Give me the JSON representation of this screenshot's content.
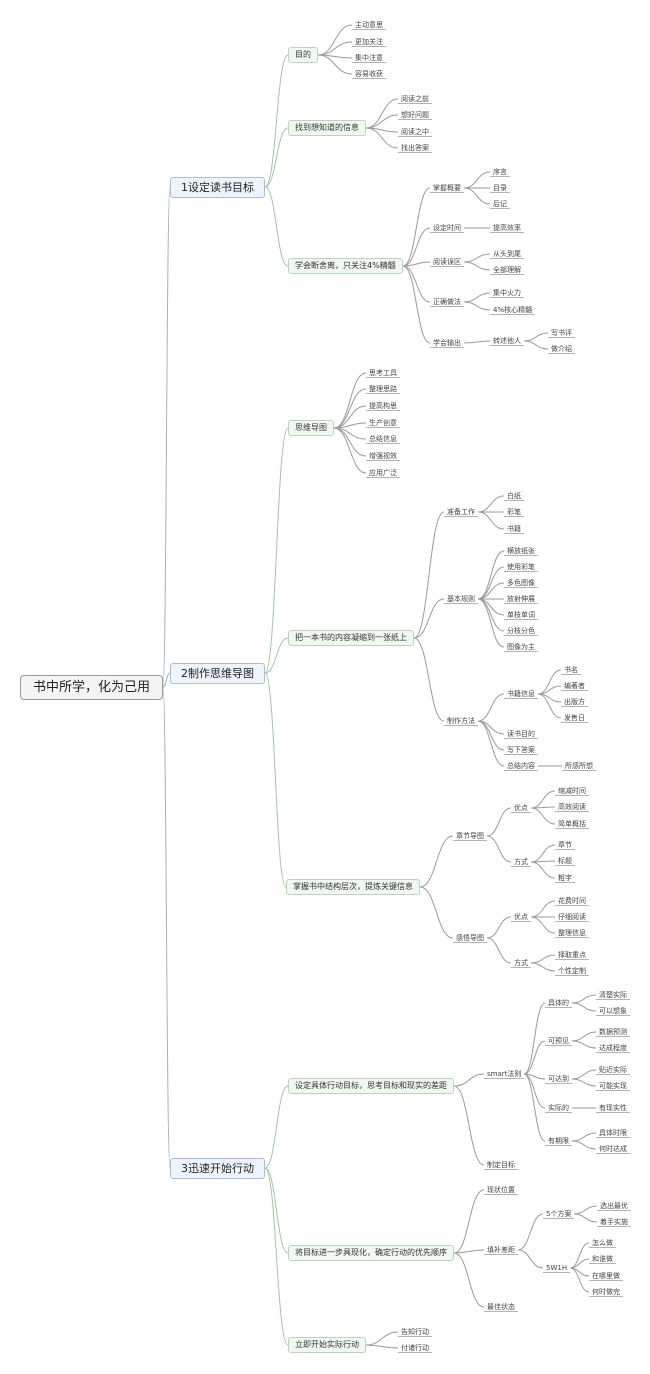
{
  "mindmap": {
    "colors": {
      "root_link": "#9db4cc",
      "main_link": "#9fc7a2",
      "sub_link": "#9a9a9a"
    },
    "root": {
      "label": "书中所学，化为己用",
      "children": [
        {
          "label": "1设定读书目标",
          "children": [
            {
              "label": "目的",
              "children": [
                {
                  "label": "主动意思"
                },
                {
                  "label": "更加关注"
                },
                {
                  "label": "集中注意"
                },
                {
                  "label": "容易收获"
                }
              ]
            },
            {
              "label": "找到想知道的信息",
              "children": [
                {
                  "label": "阅读之前"
                },
                {
                  "label": "想好问题"
                },
                {
                  "label": "阅读之中"
                },
                {
                  "label": "找出答案"
                }
              ]
            },
            {
              "label": "学会断舍离，只关注4%精髓",
              "children": [
                {
                  "label": "掌握概要",
                  "children": [
                    {
                      "label": "序言"
                    },
                    {
                      "label": "目录"
                    },
                    {
                      "label": "后记"
                    }
                  ]
                },
                {
                  "label": "设定时间",
                  "children": [
                    {
                      "label": "提高效率"
                    }
                  ]
                },
                {
                  "label": "阅读误区",
                  "children": [
                    {
                      "label": "从头到尾"
                    },
                    {
                      "label": "全部理解"
                    }
                  ]
                },
                {
                  "label": "正确做法",
                  "children": [
                    {
                      "label": "集中火力"
                    },
                    {
                      "label": "4%核心精髓"
                    }
                  ]
                },
                {
                  "label": "学会输出",
                  "children": [
                    {
                      "label": "转述他人",
                      "children": [
                        {
                          "label": "写书评"
                        },
                        {
                          "label": "做介绍"
                        }
                      ]
                    }
                  ]
                }
              ]
            }
          ]
        },
        {
          "label": "2制作思维导图",
          "children": [
            {
              "label": "思维导图",
              "children": [
                {
                  "label": "思考工具"
                },
                {
                  "label": "整理思路"
                },
                {
                  "label": "提高构思"
                },
                {
                  "label": "生产创意"
                },
                {
                  "label": "总结信息"
                },
                {
                  "label": "增强视效"
                },
                {
                  "label": "应用广泛"
                }
              ]
            },
            {
              "label": "把一本书的内容凝缩到一张纸上",
              "children": [
                {
                  "label": "准备工作",
                  "children": [
                    {
                      "label": "白纸"
                    },
                    {
                      "label": "彩笔"
                    },
                    {
                      "label": "书籍"
                    }
                  ]
                },
                {
                  "label": "基本规则",
                  "children": [
                    {
                      "label": "横放纸张"
                    },
                    {
                      "label": "使用彩笔"
                    },
                    {
                      "label": "多色图像"
                    },
                    {
                      "label": "放射伸展"
                    },
                    {
                      "label": "单枝单词"
                    },
                    {
                      "label": "分枝分色"
                    },
                    {
                      "label": "图像为主"
                    }
                  ]
                },
                {
                  "label": "制作方法",
                  "children": [
                    {
                      "label": "书籍信息",
                      "children": [
                        {
                          "label": "书名"
                        },
                        {
                          "label": "编著者"
                        },
                        {
                          "label": "出版方"
                        },
                        {
                          "label": "发售日"
                        }
                      ]
                    },
                    {
                      "label": "读书目的"
                    },
                    {
                      "label": "写下答案"
                    },
                    {
                      "label": "总结内容",
                      "children": [
                        {
                          "label": "所感所想"
                        }
                      ]
                    }
                  ]
                }
              ]
            },
            {
              "label": "掌握书中结构层次，提炼关键信息",
              "children": [
                {
                  "label": "章节导图",
                  "children": [
                    {
                      "label": "优点",
                      "children": [
                        {
                          "label": "缩减时间"
                        },
                        {
                          "label": "高效阅读"
                        },
                        {
                          "label": "简单概括"
                        }
                      ]
                    },
                    {
                      "label": "方式",
                      "children": [
                        {
                          "label": "章节"
                        },
                        {
                          "label": "标题"
                        },
                        {
                          "label": "粗字"
                        }
                      ]
                    }
                  ]
                },
                {
                  "label": "感悟导图",
                  "children": [
                    {
                      "label": "优点",
                      "children": [
                        {
                          "label": "花费时间"
                        },
                        {
                          "label": "仔细阅读"
                        },
                        {
                          "label": "整理信息"
                        }
                      ]
                    },
                    {
                      "label": "方式",
                      "children": [
                        {
                          "label": "择取重点"
                        },
                        {
                          "label": "个性定制"
                        }
                      ]
                    }
                  ]
                }
              ]
            }
          ]
        },
        {
          "label": "3迅速开始行动",
          "children": [
            {
              "label": "设定具体行动目标，思考目标和现实的差距",
              "children": [
                {
                  "label": "smart法则",
                  "children": [
                    {
                      "label": "具体的",
                      "children": [
                        {
                          "label": "清楚实际"
                        },
                        {
                          "label": "可以想象"
                        }
                      ]
                    },
                    {
                      "label": "可预见",
                      "children": [
                        {
                          "label": "数据预测"
                        },
                        {
                          "label": "达成程度"
                        }
                      ]
                    },
                    {
                      "label": "可达到",
                      "children": [
                        {
                          "label": "贴近实际"
                        },
                        {
                          "label": "可能实现"
                        }
                      ]
                    },
                    {
                      "label": "实际的",
                      "children": [
                        {
                          "label": "有现实性"
                        }
                      ]
                    },
                    {
                      "label": "有期限",
                      "children": [
                        {
                          "label": "具体时限"
                        },
                        {
                          "label": "何时达成"
                        }
                      ]
                    }
                  ]
                },
                {
                  "label": "制定目标"
                }
              ]
            },
            {
              "label": "将目标进一步具现化，确定行动的优先顺序",
              "children": [
                {
                  "label": "现状位置"
                },
                {
                  "label": "填补差距",
                  "children": [
                    {
                      "label": "5个方案",
                      "children": [
                        {
                          "label": "选出最优"
                        },
                        {
                          "label": "着手实施"
                        }
                      ]
                    },
                    {
                      "label": "5W1H",
                      "children": [
                        {
                          "label": "怎么做"
                        },
                        {
                          "label": "和谁做"
                        },
                        {
                          "label": "在哪里做"
                        },
                        {
                          "label": "何时做完"
                        }
                      ]
                    }
                  ]
                },
                {
                  "label": "最佳状态"
                }
              ]
            },
            {
              "label": "立即开始实际行动",
              "children": [
                {
                  "label": "告知行动"
                },
                {
                  "label": "付诸行动"
                }
              ]
            }
          ]
        }
      ]
    }
  }
}
